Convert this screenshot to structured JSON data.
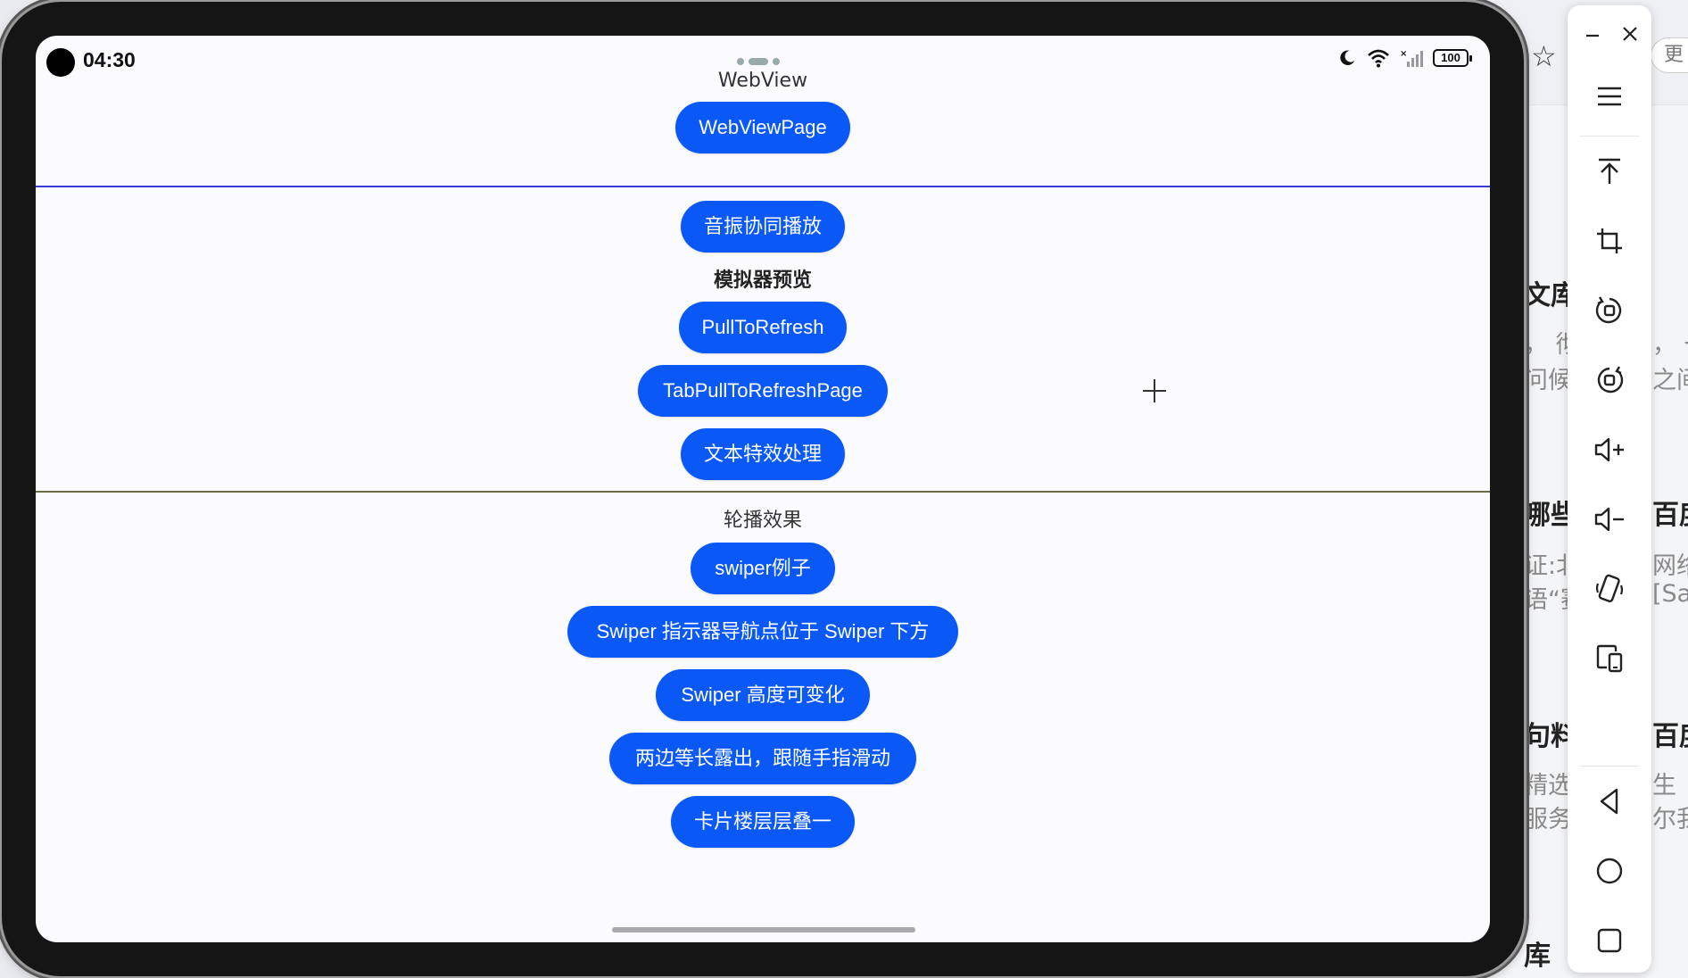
{
  "status_bar": {
    "time": "04:30",
    "battery": "100"
  },
  "app": {
    "webview_title": "WebView",
    "webview_button": "WebViewPage",
    "haptic_button": "音振协同播放",
    "simulator_title": "模拟器预览",
    "pull_refresh_button": "PullToRefresh",
    "tab_pull_refresh_button": "TabPullToRefreshPage",
    "text_effect_button": "文本特效处理",
    "carousel_title": "轮播效果",
    "carousel_buttons": [
      "swiper例子",
      "Swiper 指示器导航点位于 Swiper 下方",
      "Swiper 高度可变化",
      "两边等长露出，跟随手指滑动",
      "卡片楼层层叠一"
    ]
  },
  "colors": {
    "button_blue": "#0a59f7",
    "divider_blue": "#3b3bd8",
    "divider_olive": "#6b6b45"
  },
  "toolbar": {
    "icons": [
      "minimize-icon",
      "close-icon",
      "menu-icon",
      "scroll-top-icon",
      "crop-icon",
      "rotate-ccw-icon",
      "rotate-cw-icon",
      "volume-up-icon",
      "volume-down-icon",
      "shake-icon",
      "fold-device-icon",
      "back-icon",
      "home-icon",
      "recents-icon"
    ]
  },
  "background_page": {
    "more_button": "更",
    "fragments": [
      "文库",
      "，  彻",
      "问候",
      "哪些",
      "百度",
      "证:北",
      "网络",
      "语“赛",
      "[Sa",
      "句料",
      "百度",
      "精选",
      "生",
      "服务",
      "尔我",
      "库",
      "，  一",
      "之间"
    ]
  }
}
